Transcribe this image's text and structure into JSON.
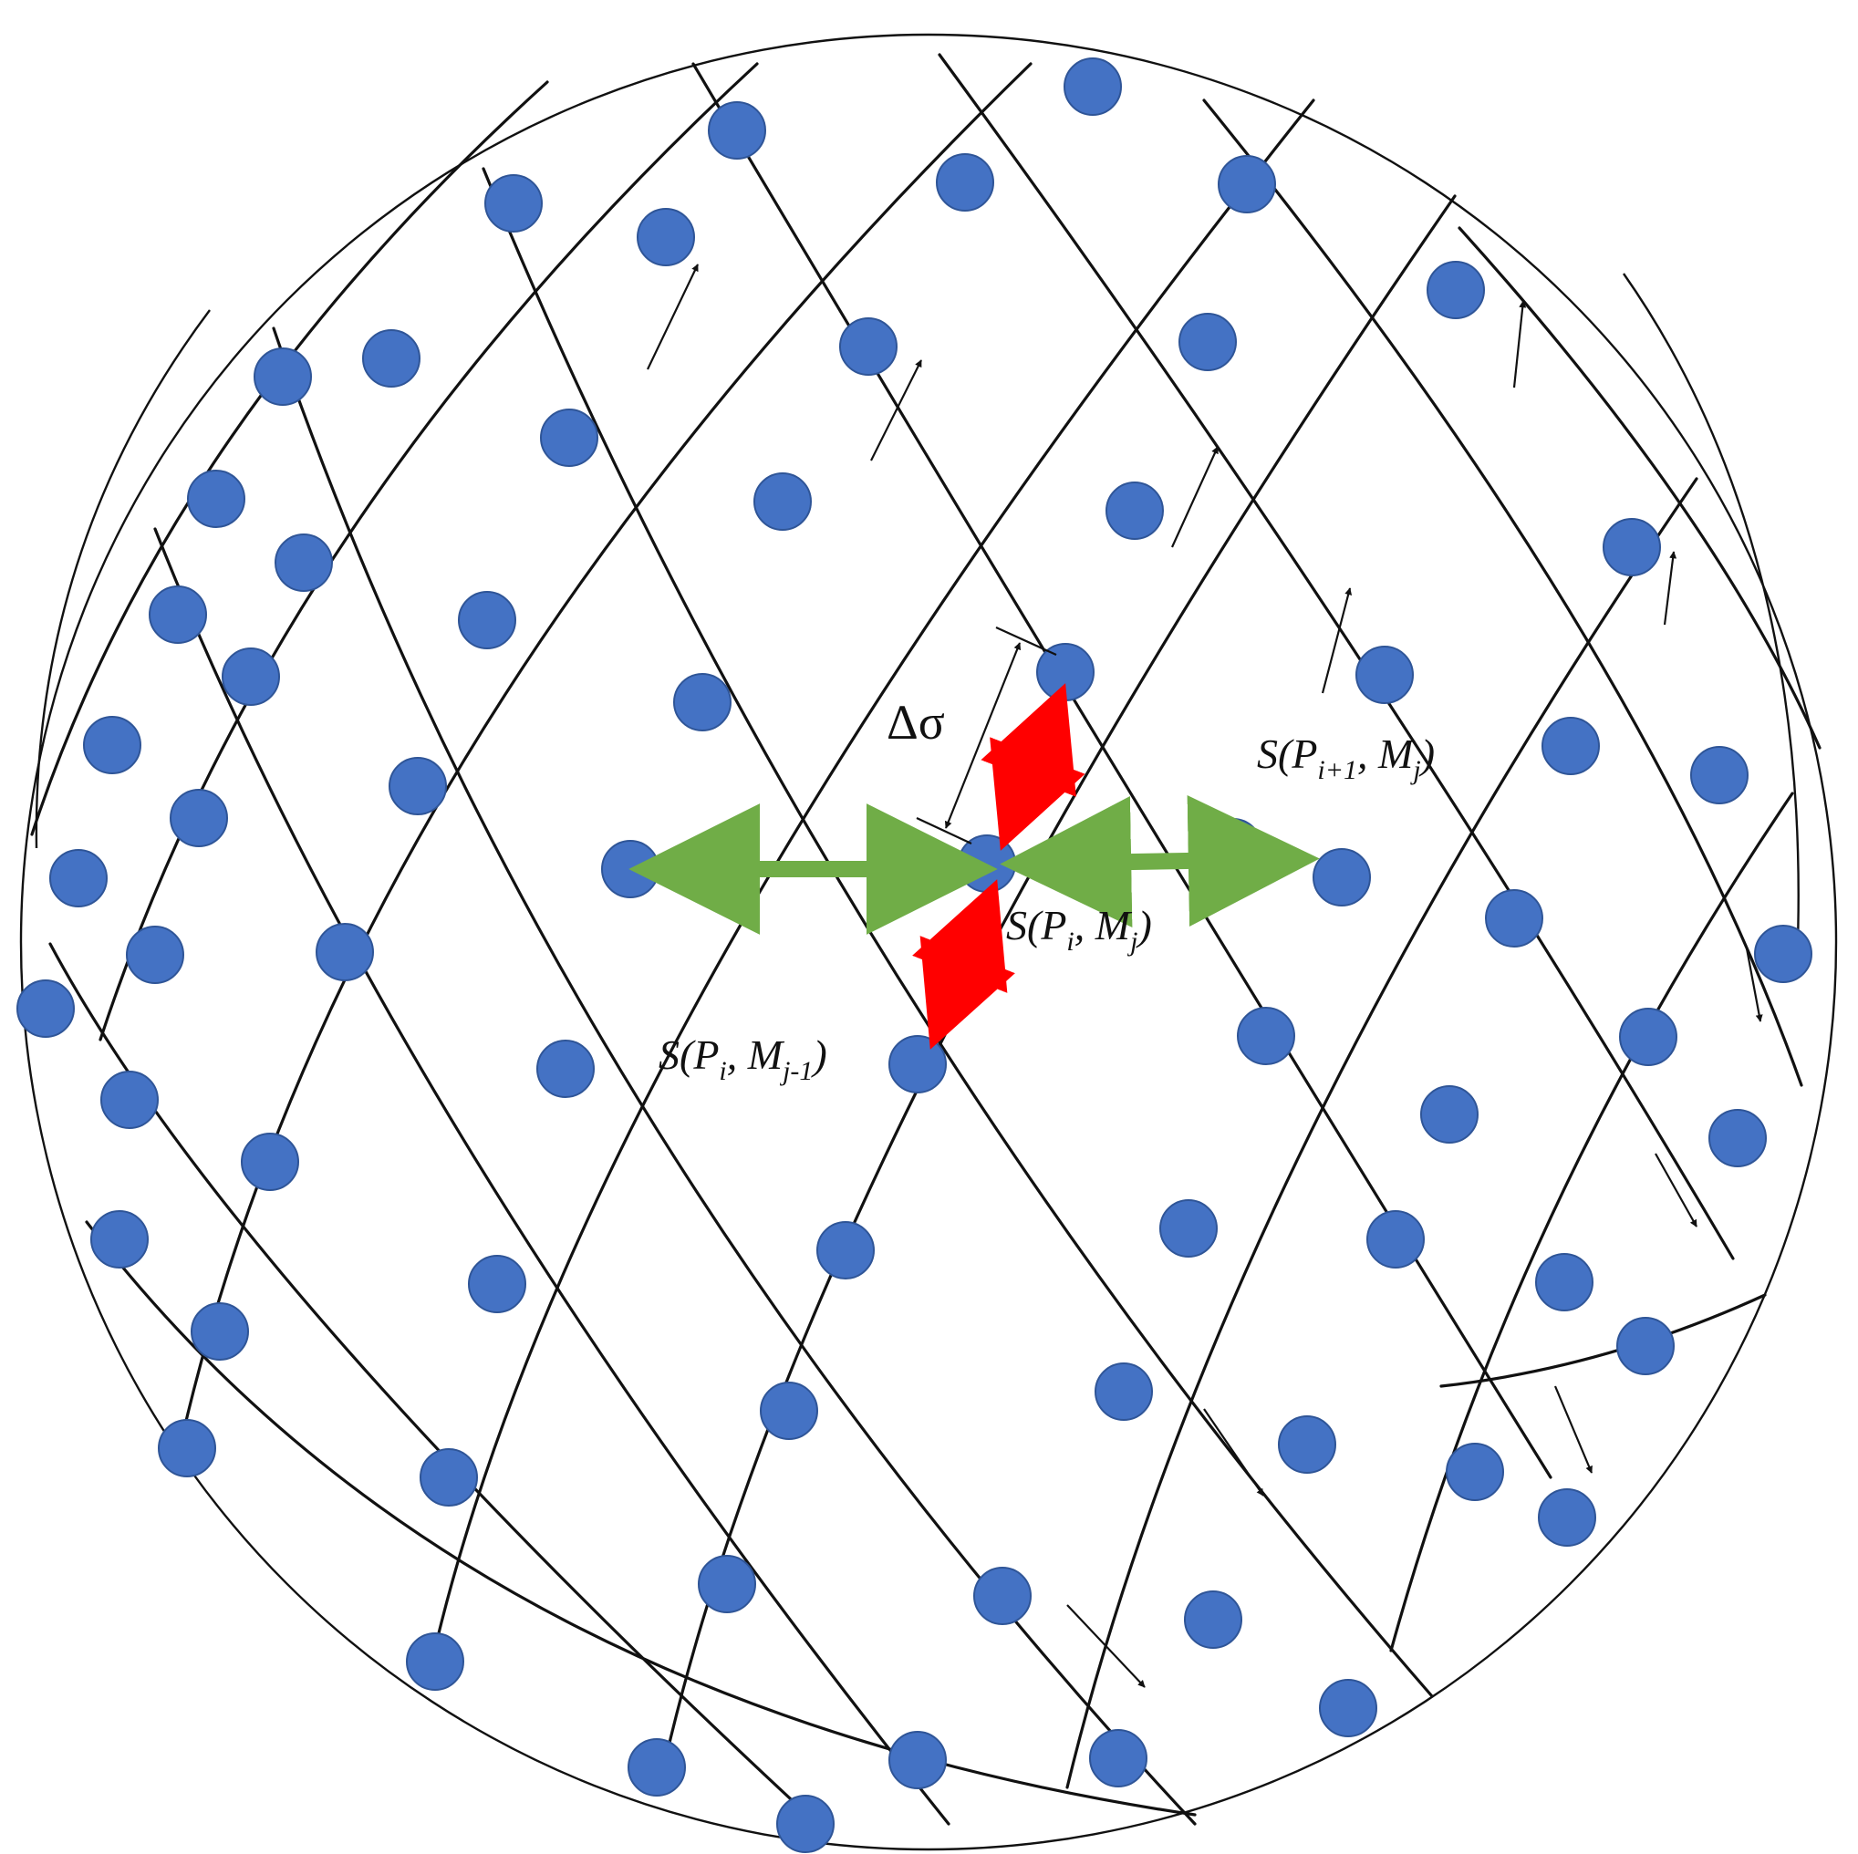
{
  "labels": {
    "delta_sigma": "Δσ",
    "node_current": "S(P_i, M_j)",
    "node_next_path": "S(P_{i+1}, M_j)",
    "node_prev_measure": "S(P_i, M_{j-1})"
  },
  "colors": {
    "node_fill": "#4472c4",
    "path_neighbor_arrow": "#70ad47",
    "measurement_neighbor_arrow": "#ff0000",
    "lines": "#111111",
    "background": "#ffffff"
  },
  "elements": {
    "sphere": "sphere-outline",
    "paths": "helical-curve",
    "nodes": "sample-node",
    "flow_arrows": "direction-arrow"
  }
}
